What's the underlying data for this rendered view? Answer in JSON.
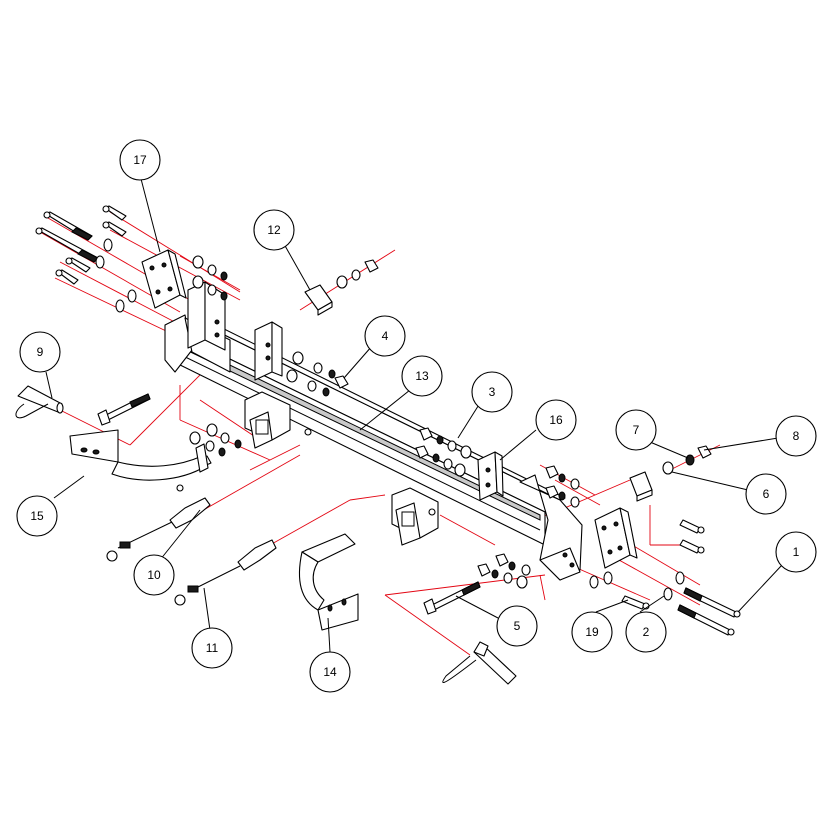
{
  "diagram": {
    "type": "exploded-parts-diagram",
    "colors": {
      "line": "#000000",
      "centerline": "#e30613",
      "background": "#ffffff"
    },
    "balloons": [
      {
        "label": "1"
      },
      {
        "label": "2"
      },
      {
        "label": "3"
      },
      {
        "label": "4"
      },
      {
        "label": "5"
      },
      {
        "label": "6"
      },
      {
        "label": "7"
      },
      {
        "label": "8"
      },
      {
        "label": "9"
      },
      {
        "label": "10"
      },
      {
        "label": "11"
      },
      {
        "label": "12"
      },
      {
        "label": "13"
      },
      {
        "label": "14"
      },
      {
        "label": "15"
      },
      {
        "label": "16"
      },
      {
        "label": "17"
      },
      {
        "label": "19"
      }
    ]
  }
}
